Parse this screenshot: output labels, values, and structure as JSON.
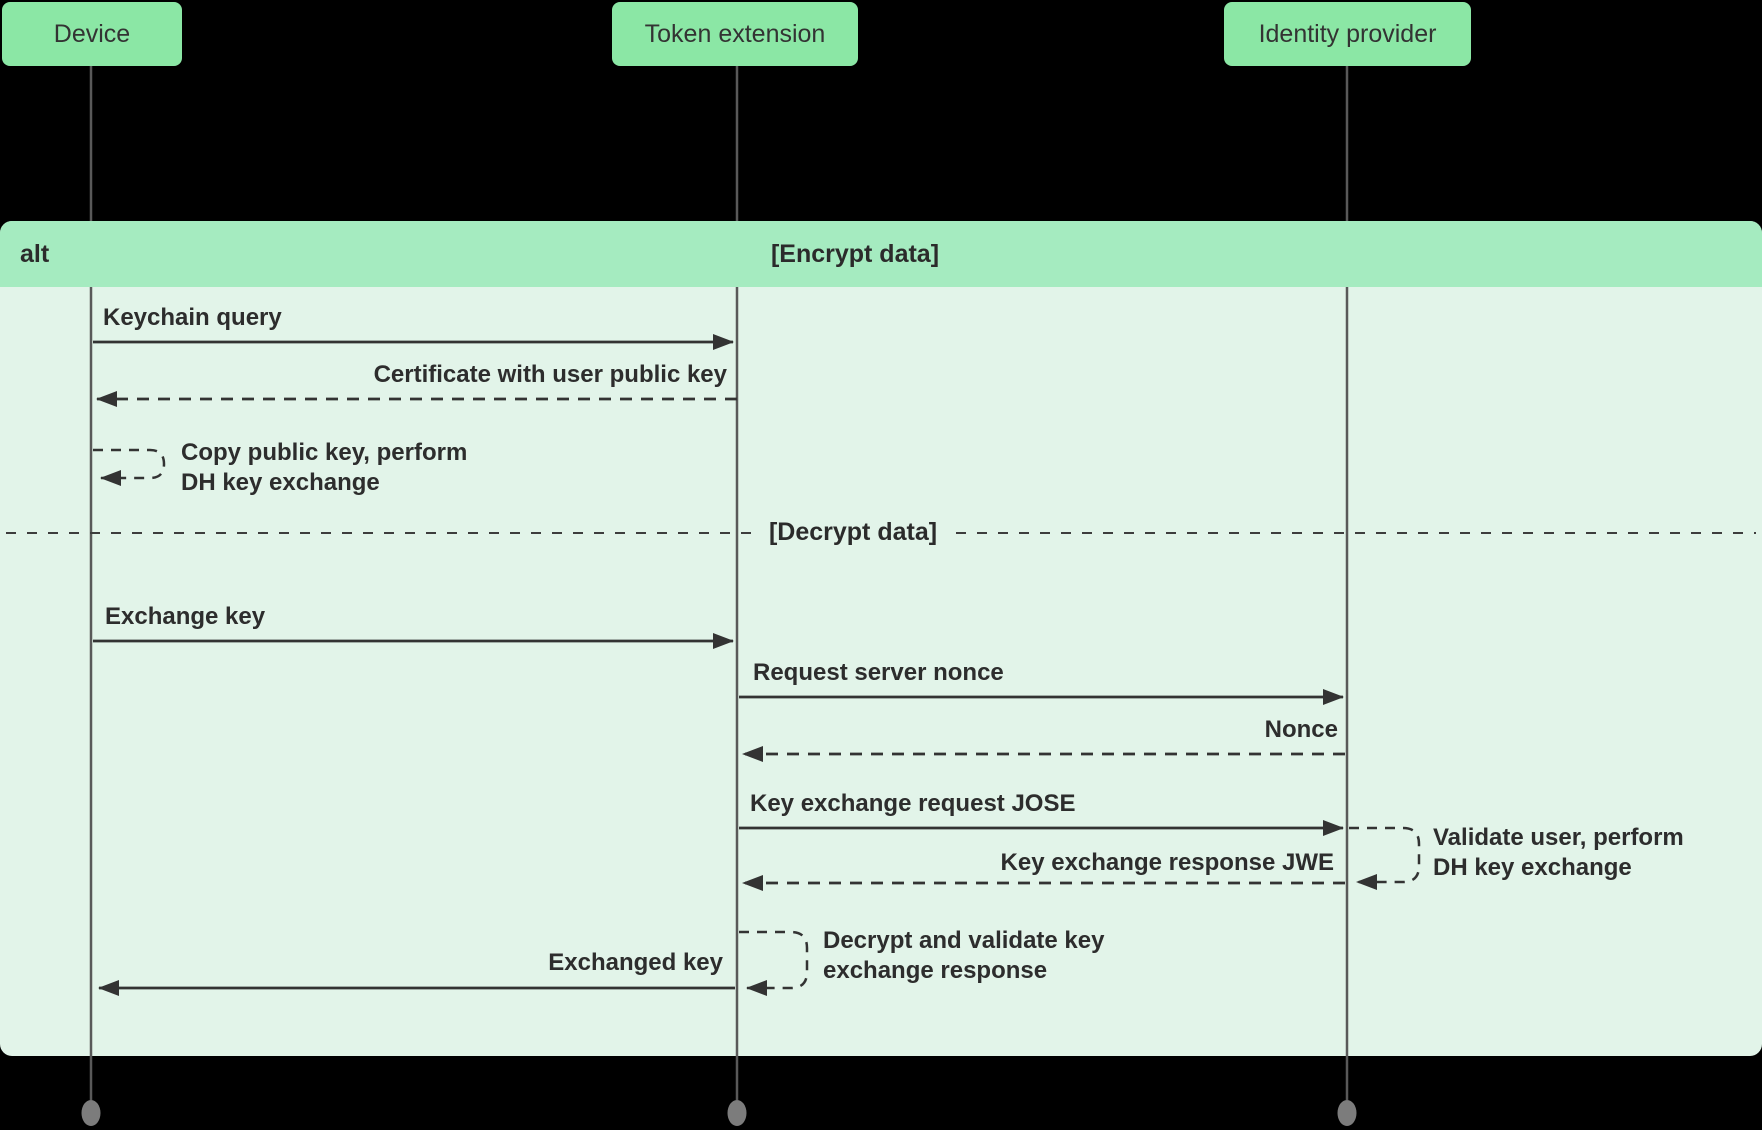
{
  "diagram": {
    "type": "sequence",
    "participants": [
      {
        "label": "Device"
      },
      {
        "label": "Token extension"
      },
      {
        "label": "Identity provider"
      }
    ],
    "frame": {
      "operator": "alt",
      "sections": [
        {
          "label": "[Encrypt data]"
        },
        {
          "label": "[Decrypt data]"
        }
      ]
    },
    "messages": [
      {
        "label": "Keychain query",
        "from": "Device",
        "to": "Token extension",
        "style": "solid"
      },
      {
        "label": "Certificate with user public key",
        "from": "Token extension",
        "to": "Device",
        "style": "dashed"
      },
      {
        "label_line1": "Copy public key, perform",
        "label_line2": "DH key exchange",
        "from": "Device",
        "to": "Device",
        "style": "dashed-self"
      },
      {
        "label": "Exchange key",
        "from": "Device",
        "to": "Token extension",
        "style": "solid"
      },
      {
        "label": "Request server nonce",
        "from": "Token extension",
        "to": "Identity provider",
        "style": "solid"
      },
      {
        "label": "Nonce",
        "from": "Identity provider",
        "to": "Token extension",
        "style": "dashed"
      },
      {
        "label": "Key exchange request JOSE",
        "from": "Token extension",
        "to": "Identity provider",
        "style": "solid"
      },
      {
        "label_line1": "Validate user, perform",
        "label_line2": "DH key exchange",
        "from": "Identity provider",
        "to": "Identity provider",
        "style": "dashed-self"
      },
      {
        "label": "Key exchange response JWE",
        "from": "Identity provider",
        "to": "Token extension",
        "style": "dashed"
      },
      {
        "label_line1": "Decrypt and validate key",
        "label_line2": "exchange response",
        "from": "Token extension",
        "to": "Token extension",
        "style": "dashed-self"
      },
      {
        "label": "Exchanged key",
        "from": "Token extension",
        "to": "Device",
        "style": "solid"
      }
    ],
    "colors": {
      "background": "#000000",
      "participant_fill": "#8BE7A5",
      "frame_header_fill": "#A5EBC0",
      "frame_body_fill": "#E2F4E9",
      "line": "#333333",
      "lifeline": "#595959",
      "text": "#2d2d2d"
    }
  }
}
